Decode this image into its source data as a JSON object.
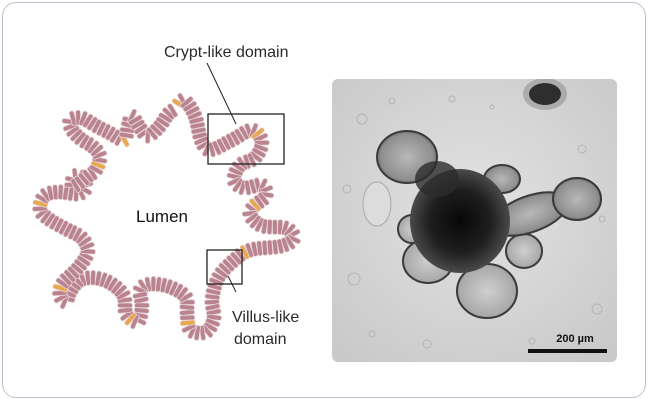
{
  "labels": {
    "crypt": "Crypt-like domain",
    "lumen": "Lumen",
    "villus_line1": "Villus-like",
    "villus_line2": "domain",
    "scale_bar": "200 µm"
  },
  "colors": {
    "border": "#b9c2cc",
    "cell_body": "#b9848f",
    "cell_stripe": "#e9d6da",
    "crypt_cell": "#e8a850",
    "micrograph_bg": "#d9d9d9"
  }
}
